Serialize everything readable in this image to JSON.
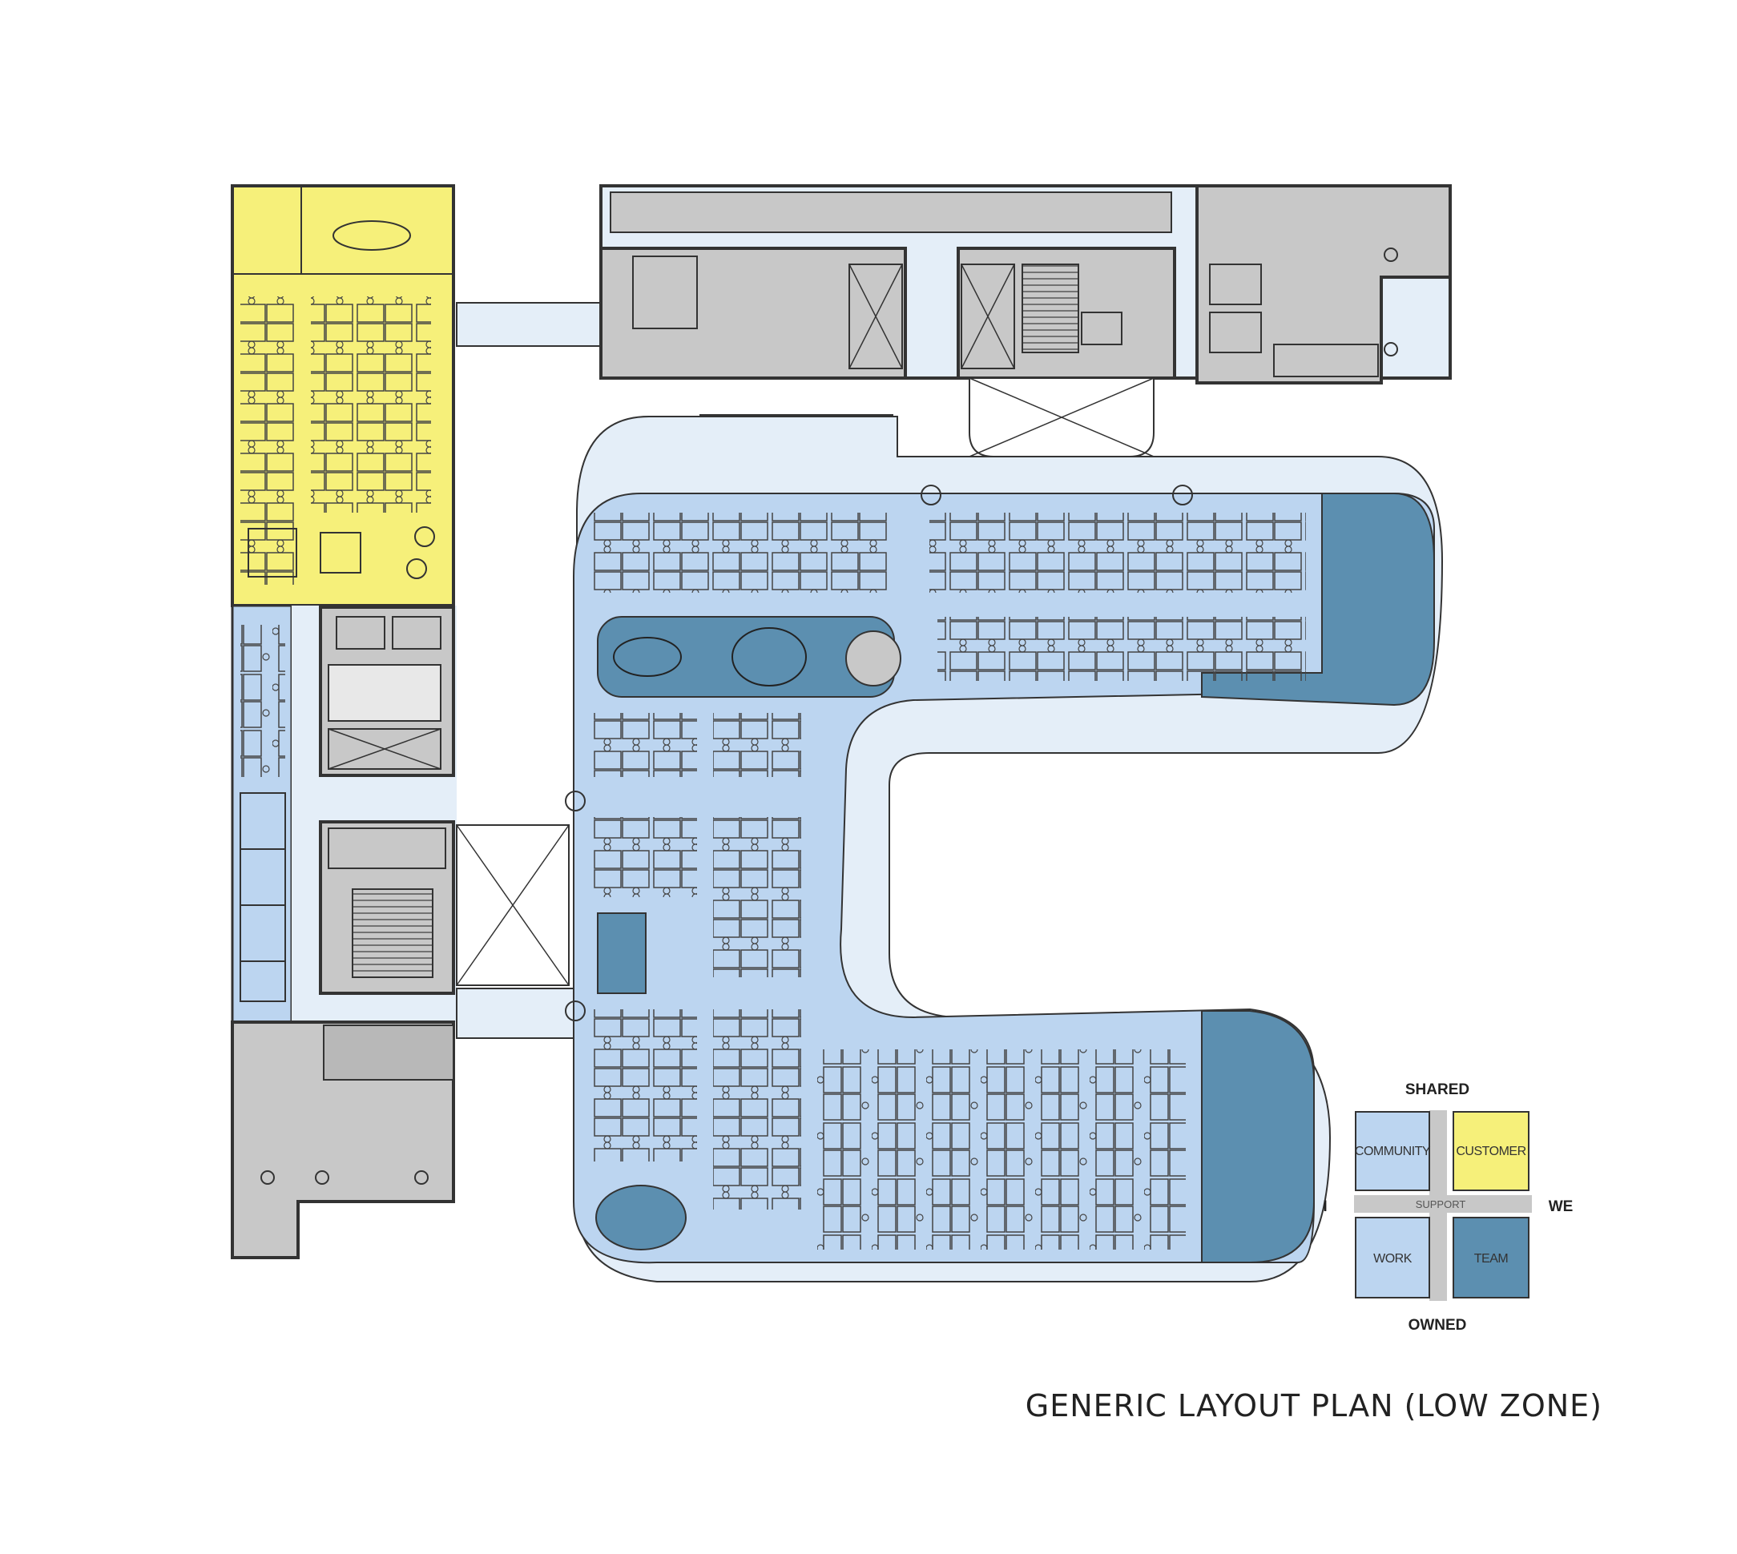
{
  "title": "GENERIC LAYOUT PLAN (LOW ZONE)",
  "legend": {
    "top_axis": "SHARED",
    "bottom_axis": "OWNED",
    "left_axis": "I",
    "right_axis": "WE",
    "center": "SUPPORT",
    "quadrants": [
      {
        "label": "COMMUNITY",
        "color": "#bcd5f0"
      },
      {
        "label": "CUSTOMER",
        "color": "#f6f07a"
      },
      {
        "label": "WORK",
        "color": "#bcd5f0"
      },
      {
        "label": "TEAM",
        "color": "#5c8fb0"
      }
    ],
    "support_color": "#c8c8c8"
  },
  "colors": {
    "community": "#e4eef8",
    "work": "#bcd5f0",
    "team": "#5c8fb0",
    "customer": "#f6f07a",
    "support": "#c8c8c8",
    "wall": "#3a3a3a"
  }
}
